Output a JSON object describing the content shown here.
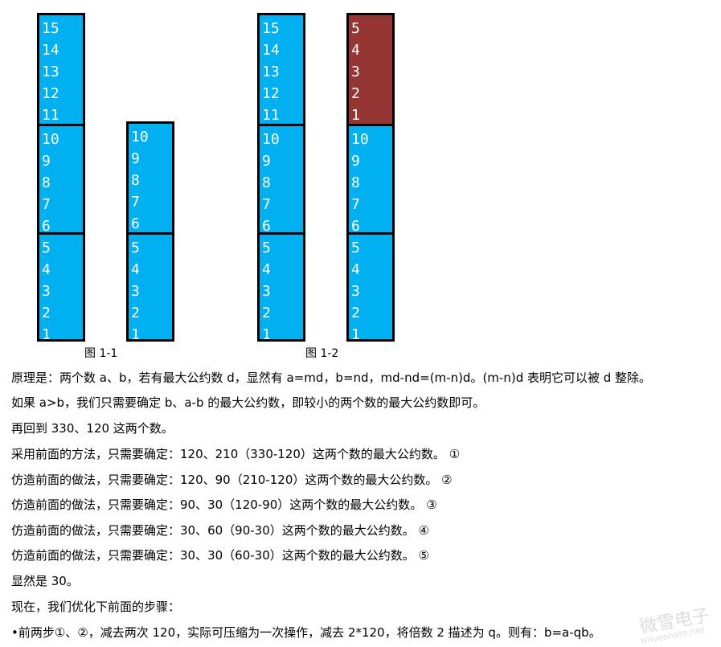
{
  "figures": {
    "fig1_caption": "图 1-1",
    "fig2_caption": "图 1-2",
    "bar1": {
      "top": [
        "15",
        "14",
        "13",
        "12",
        "11"
      ],
      "mid": [
        "10",
        "9",
        "8",
        "7",
        "6"
      ],
      "bot": [
        "5",
        "4",
        "3",
        "2",
        "1"
      ]
    },
    "bar2": {
      "mid": [
        "10",
        "9",
        "8",
        "7",
        "6"
      ],
      "bot": [
        "5",
        "4",
        "3",
        "2",
        "1"
      ]
    },
    "bar3": {
      "top": [
        "15",
        "14",
        "13",
        "12",
        "11"
      ],
      "mid": [
        "10",
        "9",
        "8",
        "7",
        "6"
      ],
      "bot": [
        "5",
        "4",
        "3",
        "2",
        "1"
      ]
    },
    "bar4": {
      "top": [
        "5",
        "4",
        "3",
        "2",
        "1"
      ],
      "mid": [
        "10",
        "9",
        "8",
        "7",
        "6"
      ],
      "bot": [
        "5",
        "4",
        "3",
        "2",
        "1"
      ]
    },
    "colors": {
      "blue": "#00b0f0",
      "red": "#963634"
    }
  },
  "text": {
    "line1": "原理是：两个数 a、b，若有最大公约数 d，显然有 a=md，b=nd，md-nd=(m-n)d。(m-n)d 表明它可以被 d 整除。",
    "line2": "如果 a>b，我们只需要确定 b、a-b 的最大公约数，即较小的两个数的最大公约数即可。",
    "line3": "再回到 330、120 这两个数。",
    "line4": "采用前面的方法，只需要确定：120、210（330-120）这两个数的最大公约数。 ①",
    "line5": "仿造前面的做法，只需要确定：120、90（210-120）这两个数的最大公约数。 ②",
    "line6": "仿造前面的做法，只需要确定：90、30（120-90）这两个数的最大公约数。 ③",
    "line7": "仿造前面的做法，只需要确定：30、60（90-30）这两个数的最大公约数。 ④",
    "line8": "仿造前面的做法，只需要确定：30、30（60-30）这两个数的最大公约数。 ⑤",
    "line9": "显然是 30。",
    "line10": "现在，我们优化下前面的步骤：",
    "line11": "•前两步①、②，减去两次 120，实际可压缩为一次操作，减去 2*120，将倍数 2 描述为 q。则有：b=a-qb。"
  },
  "watermark": {
    "main": "微雪电子",
    "sub": "waveshare.net"
  }
}
